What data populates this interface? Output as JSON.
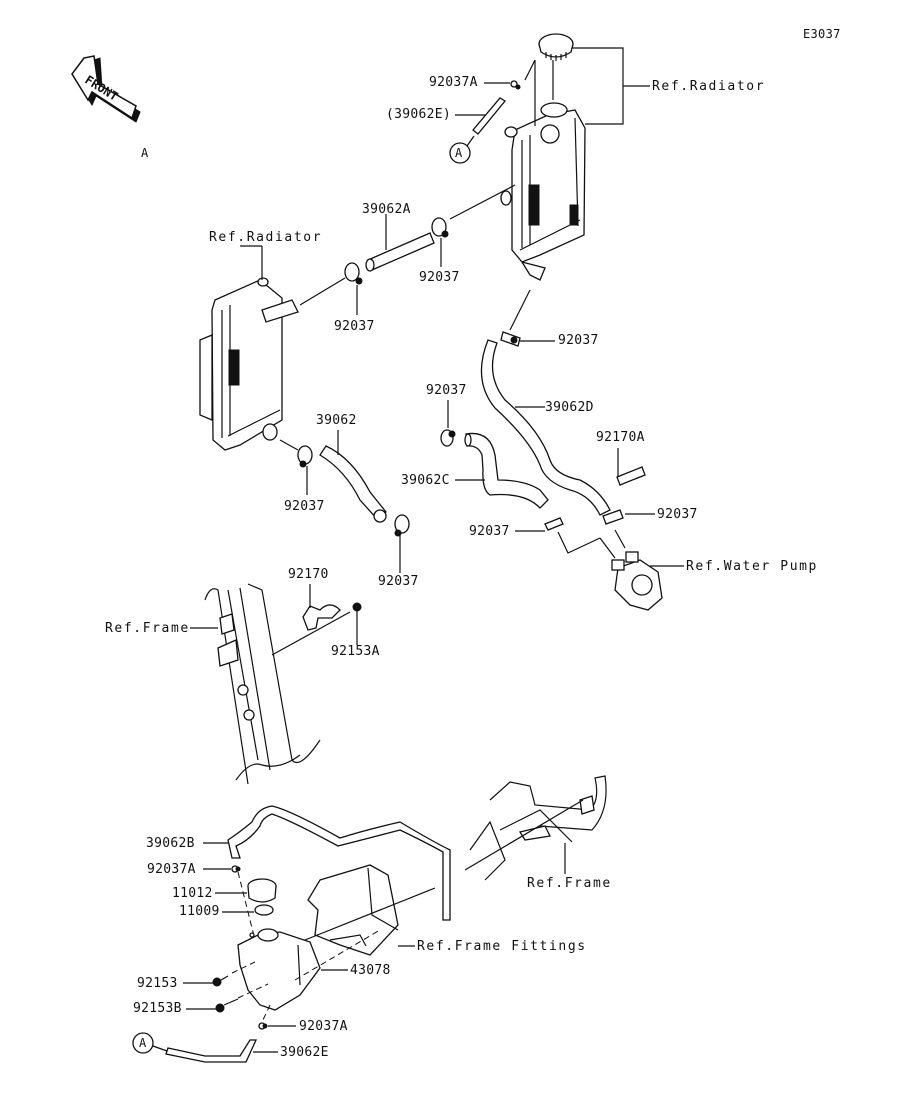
{
  "diagram": {
    "code": "E3037",
    "front_arrow": "FRONT",
    "circle_marker": "A",
    "labels": {
      "p92037A_top": "92037A",
      "p39062E_top": "(39062E)",
      "ref_radiator_right": "Ref.Radiator",
      "ref_radiator_left": "Ref.Radiator",
      "p39062A": "39062A",
      "p92037_a": "92037",
      "p92037_b": "92037",
      "p92037_c": "92037",
      "p92037_d": "92037",
      "p39062D": "39062D",
      "p39062": "39062",
      "p92037_e": "92037",
      "p92037_f": "92037",
      "p39062C": "39062C",
      "p92170A": "92170A",
      "p92037_g": "92037",
      "p92037_h": "92037",
      "ref_water_pump": "Ref.Water Pump",
      "p92170": "92170",
      "p92153A": "92153A",
      "ref_frame_left": "Ref.Frame",
      "p39062B": "39062B",
      "p92037A_mid": "92037A",
      "p11012": "11012",
      "p11009": "11009",
      "ref_frame_right": "Ref.Frame",
      "ref_frame_fittings": "Ref.Frame Fittings",
      "p92153": "92153",
      "p43078": "43078",
      "p92153B": "92153B",
      "p92037A_bottom": "92037A",
      "p39062E_bottom": "39062E"
    }
  }
}
